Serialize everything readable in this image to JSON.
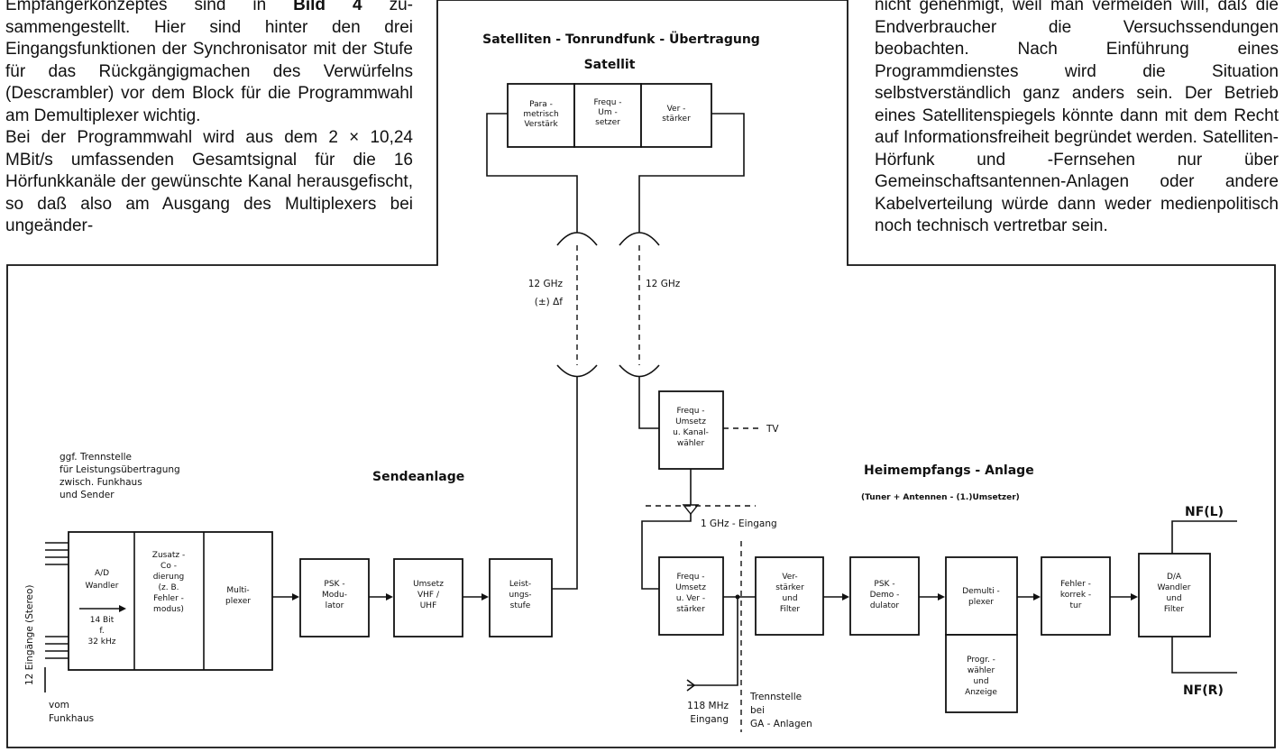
{
  "text_left": {
    "line1_prefix": "Empfängerkonzeptes sind in ",
    "line1_bold": "Bild 4",
    "line1_suffix": " zu-",
    "para1_rest": "sammengestellt. Hier sind hinter den drei Eingangsfunktionen der Synchronisator mit der Stufe für das Rückgängigmachen des Verwürfelns (Descrambler) vor dem Block für die Programmwahl am Demultiplexer wichtig.",
    "para2": "Bei der Programmwahl wird aus dem 2 × 10,24 MBit/s umfassenden Gesamtsignal für die 16 Hörfunkkanäle der gewünschte Kanal herausgefischt, so daß also am Ausgang des Multiplexers bei ungeänder-"
  },
  "text_right": {
    "para": "nicht genehmigt, weil man vermeiden will, daß die Endverbraucher die Versuchssendungen beobachten. Nach Einführung eines Programmdienstes wird die Situation selbstverständlich ganz anders sein. Der Betrieb eines Satellitenspiegels könnte dann mit dem Recht auf Informationsfreiheit begründet werden. Satelliten-Hörfunk und -Fernsehen nur über Gemeinschaftsantennen-Anlagen oder andere Kabelverteilung würde dann weder medienpolitisch noch technisch vertretbar sein."
  },
  "diagram": {
    "title": "Satelliten - Tonrundfunk - Übertragung",
    "satellit_label": "Satellit",
    "sat_blocks": [
      [
        "Para -",
        "metrisch",
        "Verstärk"
      ],
      [
        "Frequ -",
        "Um -",
        "setzer"
      ],
      [
        "Ver -",
        "stärker"
      ]
    ],
    "uplink_freq": [
      "12 GHz",
      "(±) Δf"
    ],
    "downlink_freq": "12 GHz",
    "sendeanlage": "Sendeanlage",
    "heimempfang": "Heimempfangs - Anlage",
    "heimempfang_sub": "(Tuner + Antennen - (1.)Umsetzer)",
    "trennstelle_note": [
      "ggf. Trennstelle",
      "für Leistungsübertragung",
      "zwisch. Funkhaus",
      "und Sender"
    ],
    "inputs_label": "12 Eingänge (Stereo)",
    "vom_funkhaus": [
      "vom",
      "Funkhaus"
    ],
    "tx_blocks": {
      "ad": [
        "A/D",
        "Wandler"
      ],
      "ad_spec": [
        "14 Bit",
        "f.",
        "32 kHz"
      ],
      "zusatz": [
        "Zusatz -",
        "Co -",
        "dierung",
        "(z. B.",
        "Fehler -",
        "modus)"
      ],
      "mux": [
        "Multi-",
        "plexer"
      ],
      "psk_mod": [
        "PSK -",
        "Modu-",
        "lator"
      ],
      "umsetz": [
        "Umsetz",
        "VHF /",
        "UHF"
      ],
      "leist": [
        "Leist-",
        "ungs-",
        "stufe"
      ]
    },
    "rx_blocks": {
      "frequ_top": [
        "Frequ -",
        "Umsetz",
        "u. Kanal-",
        "wähler"
      ],
      "tv": "TV",
      "ghz_in": "1 GHz - Eingang",
      "frequ": [
        "Frequ -",
        "Umsetz",
        "u. Ver -",
        "stärker"
      ],
      "verst": [
        "Ver-",
        "stärker",
        "und",
        "Filter"
      ],
      "psk_demod": [
        "PSK -",
        "Demo -",
        "dulator"
      ],
      "demux": [
        "Demulti -",
        "plexer"
      ],
      "progr": [
        "Progr. -",
        "wähler",
        "und",
        "Anzeige"
      ],
      "fehler": [
        "Fehler -",
        "korrek -",
        "tur"
      ],
      "da": [
        "D/A",
        "Wandler",
        "und",
        "Filter"
      ],
      "mhz_in": [
        "118 MHz",
        "Eingang"
      ],
      "trennstelle_ga": [
        "Trennstelle",
        "bei",
        "GA - Anlagen"
      ],
      "nf_l": "NF(L)",
      "nf_r": "NF(R)"
    }
  }
}
